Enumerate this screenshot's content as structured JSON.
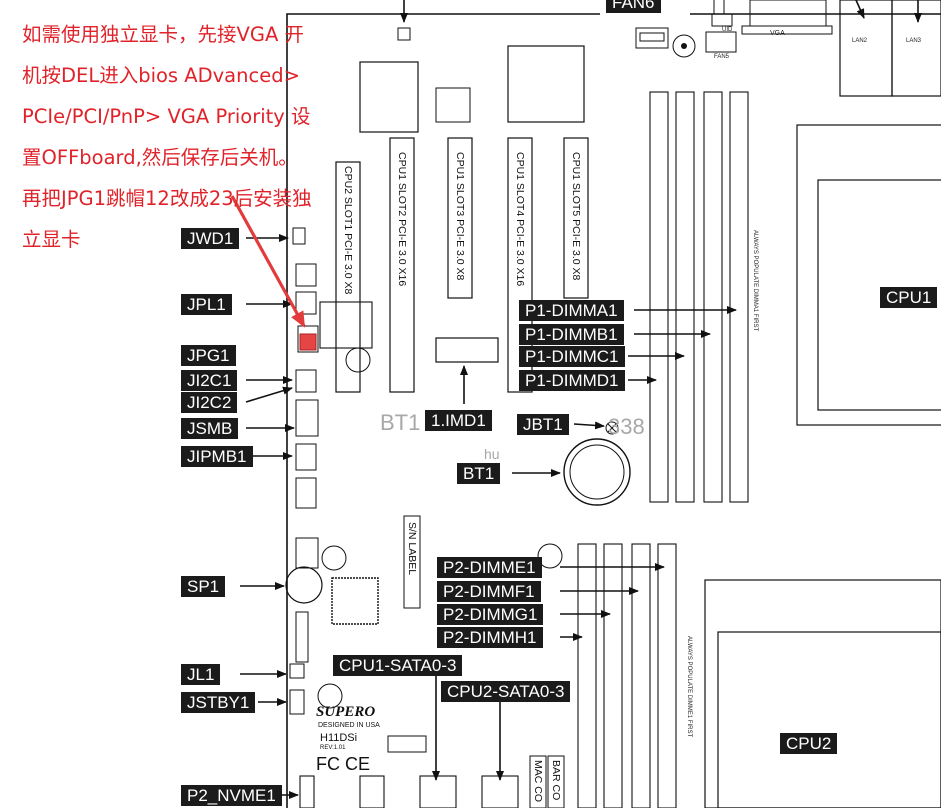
{
  "annotation": {
    "lines": [
      "如需使用独立显卡，先接VGA 开",
      "机按DEL进入bios ADvanced>",
      "PCIe/PCI/PnP> VGA Priority 设",
      "置OFFboard,然后保存后关机。",
      "再把JPG1跳帽12改成23后安装独",
      "立显卡"
    ],
    "color": "#e0232a"
  },
  "left_labels": [
    "JWD1",
    "JPL1",
    "JPG1",
    "JI2C1",
    "JI2C2",
    "JSMB",
    "JIPMB1",
    "SP1",
    "JL1",
    "JSTBY1",
    "P2_NVME1"
  ],
  "dimm_labels": {
    "cpu1": [
      "P1-DIMMA1",
      "P1-DIMMB1",
      "P1-DIMMC1",
      "P1-DIMMD1"
    ],
    "cpu2": [
      "P2-DIMME1",
      "P2-DIMMF1",
      "P2-DIMMG1",
      "P2-DIMMH1"
    ]
  },
  "other_labels": {
    "fan6": "FAN6",
    "imd1": "1.IMD1",
    "jbt1": "JBT1",
    "bt1": "BT1",
    "cpu1": "CPU1",
    "cpu2": "CPU2",
    "sata1": "CPU1-SATA0-3",
    "sata2": "CPU2-SATA0-3"
  },
  "slots": [
    "CPU2 SLOT1 PCI-E 3.0 X8",
    "CPU1 SLOT2 PCI-E 3.0 X16",
    "CPU1 SLOT3 PCI-E 3.0 X8",
    "CPU1 SLOT4 PCI-E 3.0 X16",
    "CPU1 SLOT5 PCI-E 3.0 X8"
  ],
  "board": {
    "brand": "SUPERO",
    "designed": "DESIGNED IN USA",
    "model": "H11DSi",
    "rev": "REV:1.01",
    "fcc": "FC CE",
    "sn_label": "S/N LABEL",
    "bar_code": "BAR CO",
    "mac_code": "MAC CO",
    "vga": "VGA",
    "lan2": "LAN2",
    "lan3": "LAN3",
    "fan5": "FAN5",
    "uid": "UID",
    "dimm_note": "ALWAYS POPULATE DIMMA1 FIRST",
    "dimm_note2": "ALWAYS POPULATE DIMME1 FIRST",
    "ghost1": "BT1",
    "ghost2": "338",
    "ghost3": "hu"
  }
}
